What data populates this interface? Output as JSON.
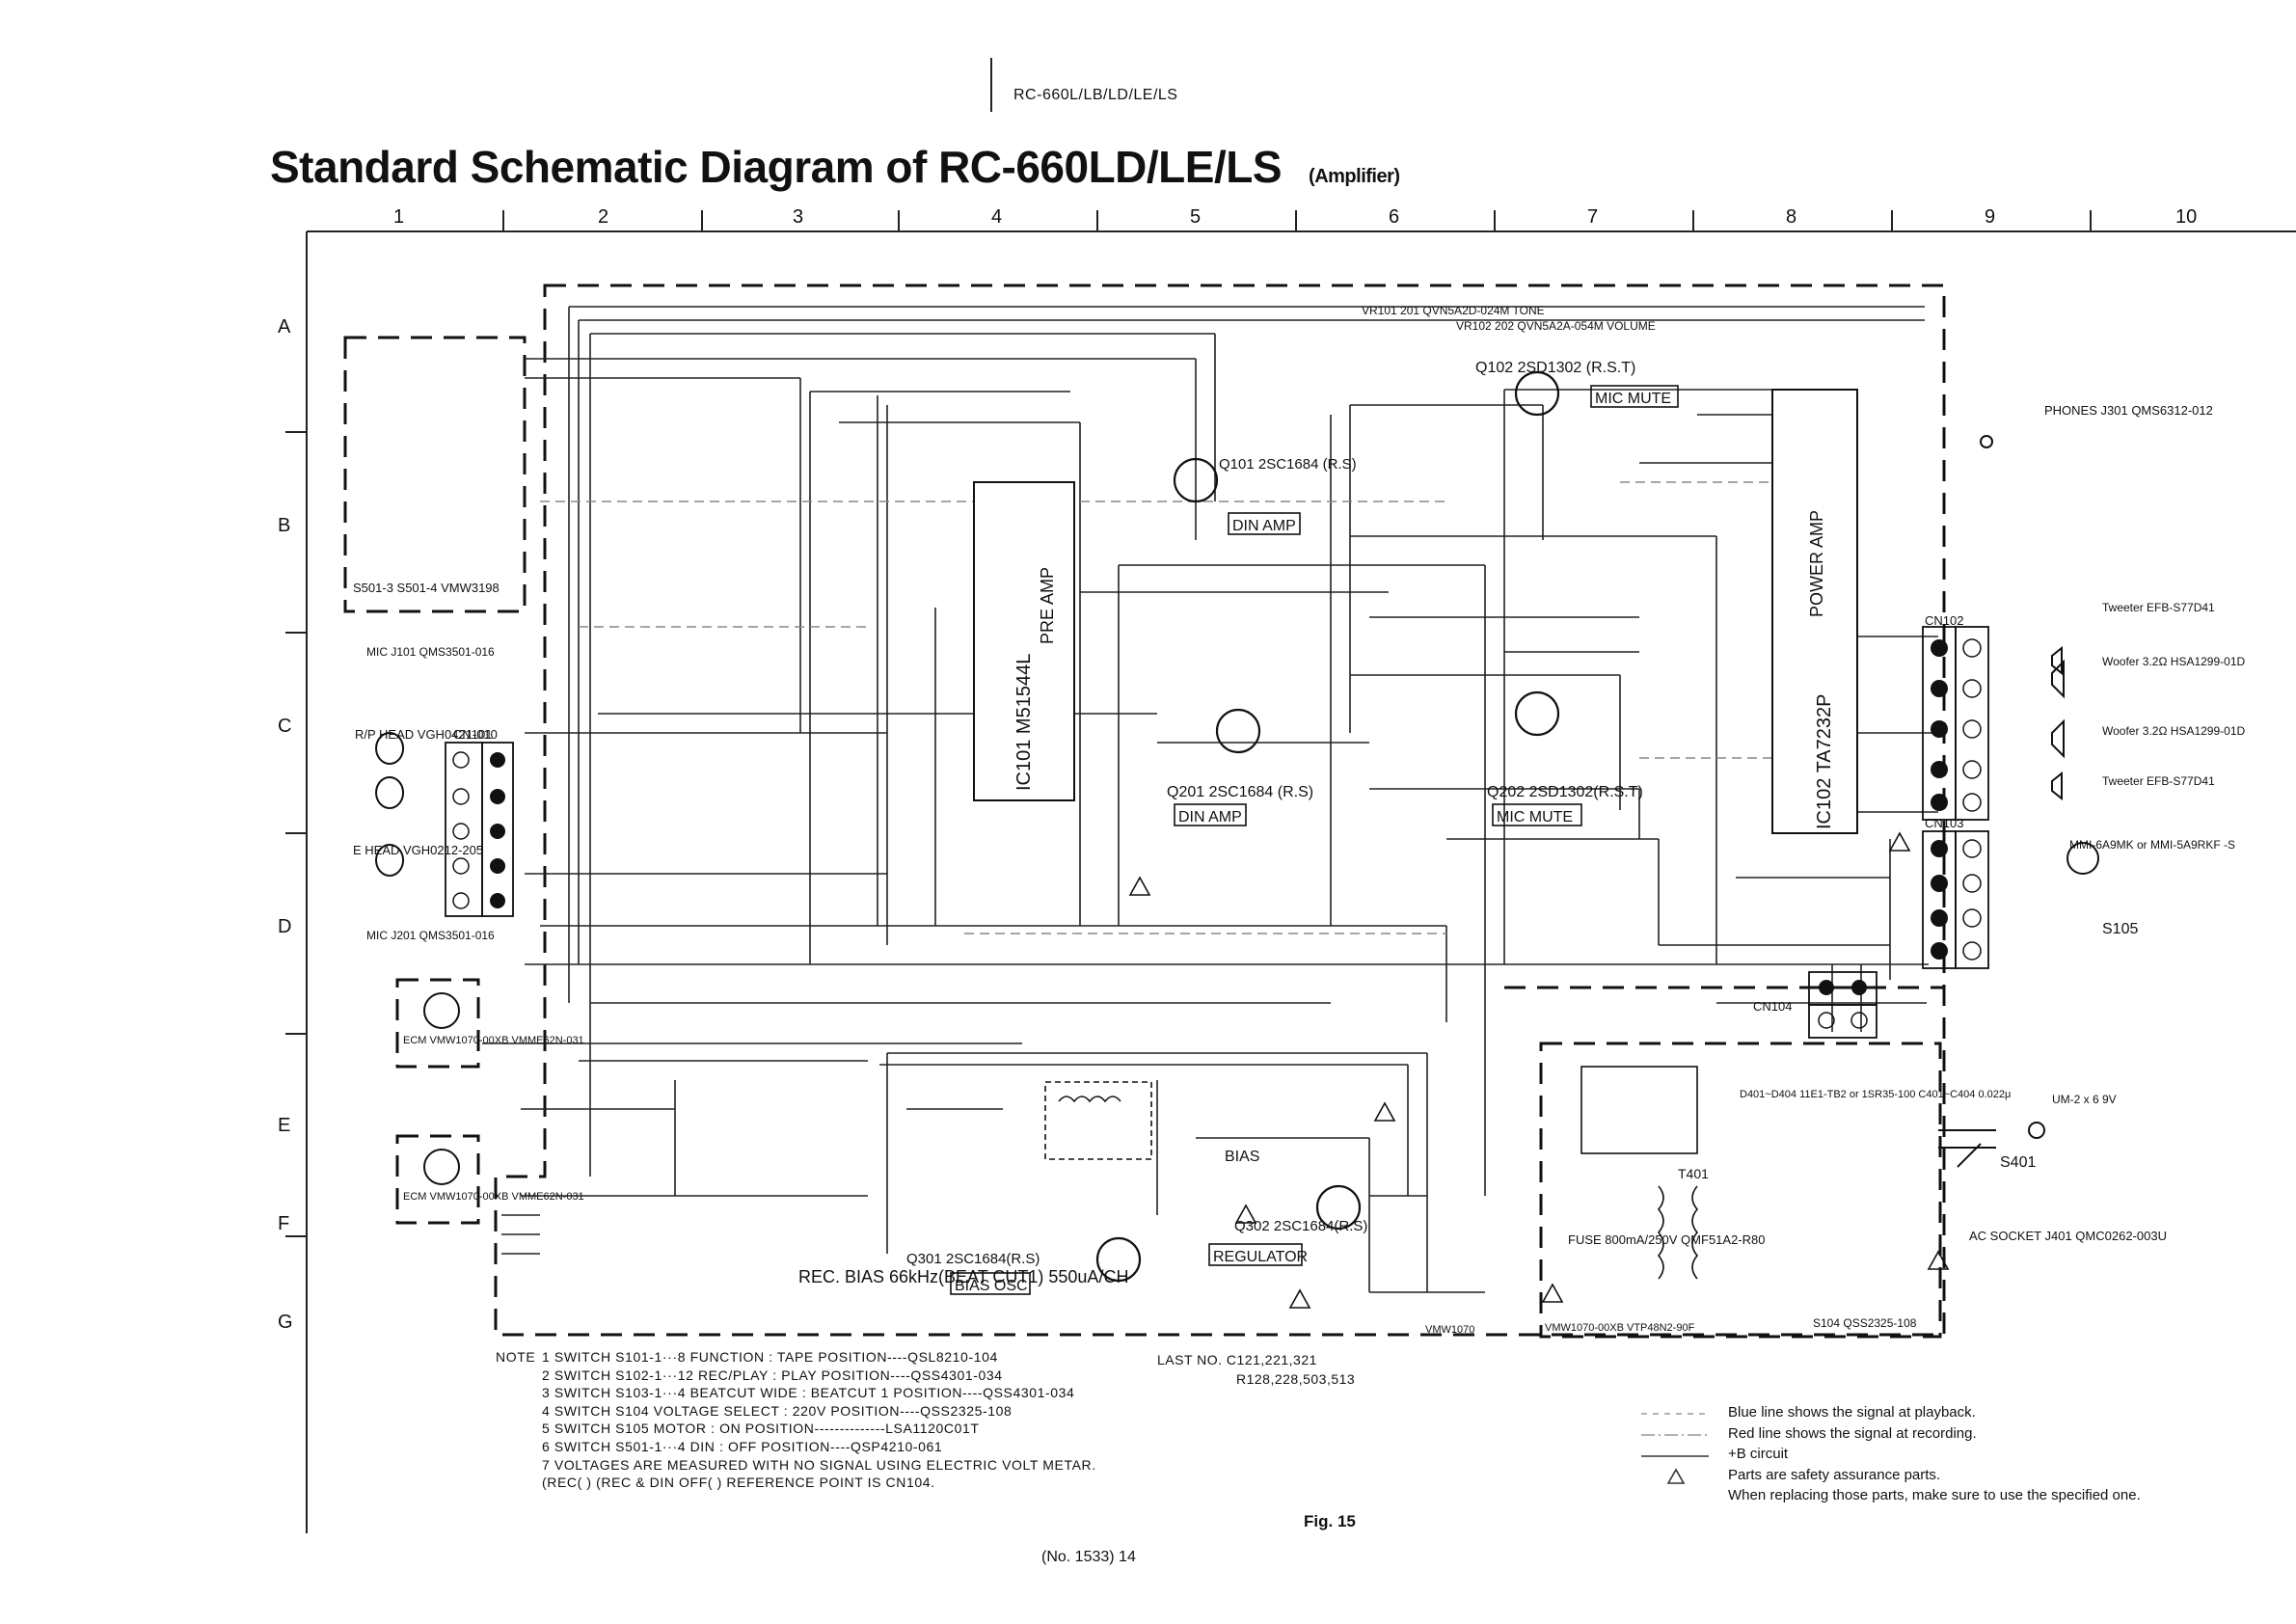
{
  "header": {
    "model_tag": "RC-660L/LB/LD/LE/LS",
    "title": "Standard Schematic Diagram of RC-660LD/LE/LS",
    "subtitle": "(Amplifier)"
  },
  "grid": {
    "columns": [
      "1",
      "2",
      "3",
      "4",
      "5",
      "6",
      "7",
      "8",
      "9",
      "10"
    ],
    "rows": [
      "A",
      "B",
      "C",
      "D",
      "E",
      "F",
      "G"
    ]
  },
  "blocks": {
    "pre_amp": "PRE AMP",
    "pre_amp_ic": "IC101 M51544L",
    "power_amp": "POWER AMP",
    "power_amp_ic": "IC102 TA7232P",
    "din_amp_1": "DIN AMP",
    "din_amp_2": "DIN AMP",
    "mic_mute_1": "MIC MUTE",
    "mic_mute_2": "MIC MUTE",
    "bias_osc": "BIAS OSC",
    "regulator": "REGULATOR",
    "bias": "BIAS"
  },
  "components": {
    "q101": "Q101 2SC1684 (R.S)",
    "q102": "Q102 2SD1302 (R.S.T)",
    "q201": "Q201 2SC1684 (R.S)",
    "q202": "Q202 2SD1302(R.S.T)",
    "q301": "Q301 2SC1684(R.S)",
    "q302": "Q302 2SC1684(R.S)",
    "vr_tone": "VR101 201 QVN5A2D-024M TONE",
    "vr_volume": "VR102 202 QVN5A2A-054M VOLUME",
    "phones": "PHONES J301 QMS6312-012",
    "tweeter_1": "Tweeter EFB-S77D41",
    "woofer_1": "Woofer 3.2Ω HSA1299-01D",
    "woofer_2": "Woofer 3.2Ω HSA1299-01D",
    "tweeter_2": "Tweeter EFB-S77D41",
    "motor": "MMI-6A9MK or MMI-5A9RKF -S",
    "s105": "S105",
    "cn102": "CN102",
    "cn103": "CN103",
    "cn104": "CN104",
    "cn101": "CN101",
    "rp_head": "R/P HEAD VGH0421-010",
    "e_head": "E HEAD VGH0212-205",
    "mic_j101": "MIC J101 QMS3501-016",
    "mic_j201": "MIC J201 QMS3501-016",
    "ecm_1": "ECM VMW1070-00XB VMME62N-031",
    "ecm_2": "ECM VMW1070-00XB VMME62N-031",
    "s501": "S501-3  S501-4 VMW3198",
    "battery": "UM-2 x 6 9V",
    "s401": "S401",
    "ac_socket": "AC SOCKET J401 QMC0262-003U",
    "fuse": "FUSE 800mA/250V QMF51A2-R80",
    "t401": "T401",
    "s104": "S104 QSS2325-108",
    "d401": "D401~D404 11E1-TB2 or 1SR35-100 C401~C404 0.022μ",
    "rec_bias": "REC. BIAS 66kHz(BEAT CUT1) 550uA/CH",
    "vmw1070_1": "VMW1070",
    "vmw1070_2": "VMW1070-00XB  VTP48N2-90F"
  },
  "notes": {
    "heading": "NOTE",
    "items": [
      "1  SWITCH   S101-1···8    FUNCTION : TAPE POSITION----QSL8210-104",
      "2  SWITCH   S102-1···12   REC/PLAY : PLAY POSITION----QSS4301-034",
      "3  SWITCH   S103-1···4    BEATCUT WIDE : BEATCUT 1 POSITION----QSS4301-034",
      "4  SWITCH   S104          VOLTAGE SELECT : 220V  POSITION----QSS2325-108",
      "5  SWITCH   S105          MOTOR : ON POSITION--------------LSA1120C01T",
      "6  SWITCH   S501-1···4    DIN : OFF POSITION----QSP4210-061",
      "7  VOLTAGES ARE MEASURED WITH NO SIGNAL USING ELECTRIC VOLT METAR.",
      "   (REC( ) (REC & DIN OFF( )  REFERENCE POINT IS CN104."
    ]
  },
  "last_no": {
    "line1": "LAST NO. C121,221,321",
    "line2": "R128,228,503,513"
  },
  "legend": [
    "Blue line shows the signal at playback.",
    "Red line shows the signal at recording.",
    "+B circuit",
    "Parts are safety assurance parts.",
    "When replacing those parts, make sure to use the specified one."
  ],
  "figure": "Fig. 15",
  "page_number": "(No. 1533)  14"
}
